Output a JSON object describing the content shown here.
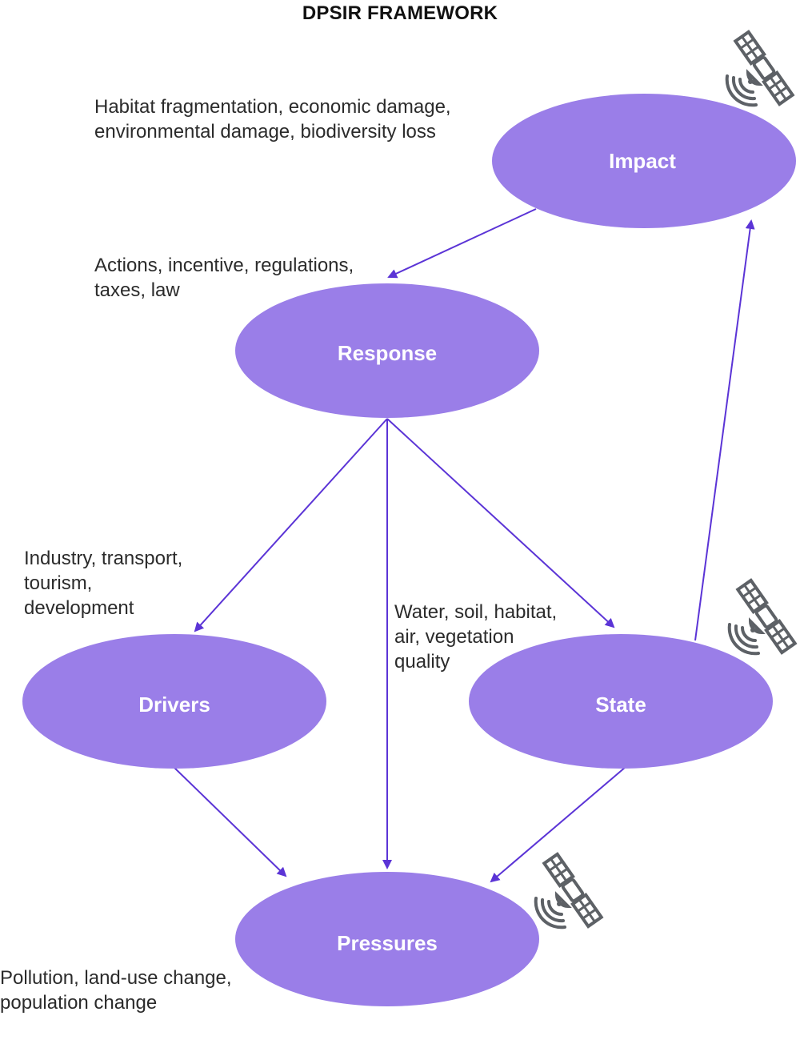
{
  "title": "DPSIR FRAMEWORK",
  "colors": {
    "node_fill": "#9a7ee8",
    "node_text": "#ffffff",
    "arrow": "#5b34d6",
    "icon": "#5d6166",
    "text": "#2b2b2b"
  },
  "nodes": {
    "impact": "Impact",
    "response": "Response",
    "drivers": "Drivers",
    "state": "State",
    "pressures": "Pressures"
  },
  "annotations": {
    "impact": "Habitat fragmentation, economic damage,\nenvironmental damage, biodiversity loss",
    "response": "Actions, incentive, regulations,\ntaxes, law",
    "drivers": "Industry, transport,\ntourism,\ndevelopment",
    "state": "Water, soil, habitat,\nair, vegetation\nquality",
    "pressures": "Pollution, land-use change,\npopulation change"
  },
  "icons": [
    "satellite-icon",
    "satellite-icon",
    "satellite-icon"
  ],
  "edges": [
    {
      "from": "Impact",
      "to": "Response"
    },
    {
      "from": "Response",
      "to": "Drivers"
    },
    {
      "from": "Response",
      "to": "Pressures"
    },
    {
      "from": "Response",
      "to": "State"
    },
    {
      "from": "Drivers",
      "to": "Pressures"
    },
    {
      "from": "State",
      "to": "Pressures"
    },
    {
      "from": "State",
      "to": "Impact"
    }
  ]
}
